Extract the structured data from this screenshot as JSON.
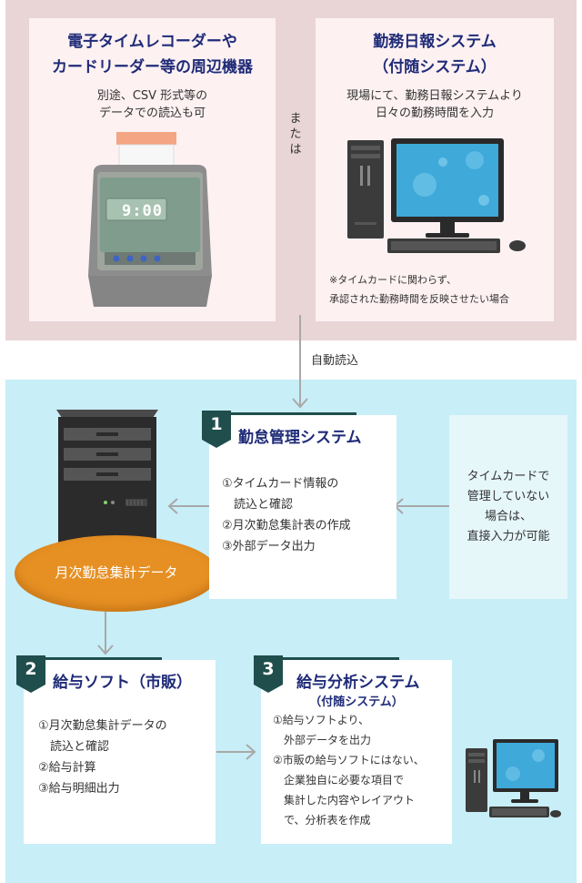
{
  "left_panel": {
    "title_line1": "電子タイムレコーダーや",
    "title_line2": "カードリーダー等の周辺機器",
    "desc_line1": "別途、CSV 形式等の",
    "desc_line2": "データでの読込も可",
    "clock_display": "9:00"
  },
  "connector_or": "または",
  "right_panel": {
    "title_line1": "勤務日報システム",
    "title_line2": "（付随システム）",
    "desc_line1": "現場にて、勤務日報システムより",
    "desc_line2": "日々の勤務時間を入力",
    "note_line1": "※タイムカードに関わらず、",
    "note_line2": "承認された勤務時間を反映させたい場合"
  },
  "auto_read_label": "自動読込",
  "ellipse_label": "月次勤怠集計データ",
  "step1": {
    "number": "1",
    "title": "勤怠管理システム",
    "items": [
      "①タイムカード情報の",
      "　読込と確認",
      "②月次勤怠集計表の作成",
      "③外部データ出力"
    ]
  },
  "direct_input": {
    "lines": [
      "タイムカードで",
      "管理していない",
      "場合は、",
      "直接入力が可能"
    ]
  },
  "step2": {
    "number": "2",
    "title": "給与ソフト（市販）",
    "items": [
      "①月次勤怠集計データの",
      "　読込と確認",
      "②給与計算",
      "③給与明細出力"
    ]
  },
  "step3": {
    "number": "3",
    "title": "給与分析システム",
    "subtitle": "（付随システム）",
    "items": [
      "①給与ソフトより、",
      "　外部データを出力",
      "②市販の給与ソフトにはない、",
      "　企業独自に必要な項目で",
      "　集計した内容やレイアウト",
      "　で、分析表を作成"
    ]
  },
  "colors": {
    "title_navy": "#1f2b78",
    "badge_green": "#1f4e4d",
    "top_band": "#e9d5d6",
    "bottom_band": "#c8eef8",
    "ellipse_orange": "#e69023",
    "arrow_gray": "#a8a8a8"
  }
}
